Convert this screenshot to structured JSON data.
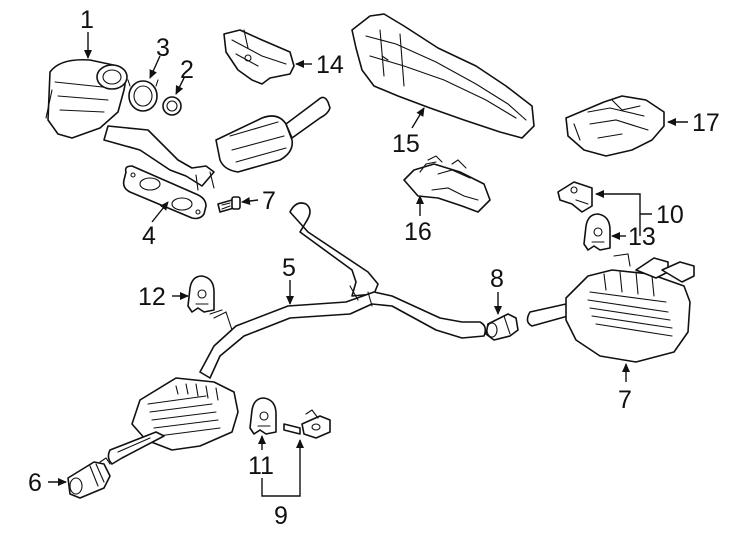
{
  "callouts": {
    "c1": "1",
    "c2": "2",
    "c3": "3",
    "c4": "4",
    "c5": "5",
    "c6": "6",
    "c7a": "7",
    "c7b": "7",
    "c8": "8",
    "c9": "9",
    "c10": "10",
    "c11": "11",
    "c12": "12",
    "c13": "13",
    "c14": "14",
    "c15": "15",
    "c16": "16",
    "c17": "17"
  },
  "colors": {
    "line": "#111111",
    "background": "#ffffff"
  }
}
